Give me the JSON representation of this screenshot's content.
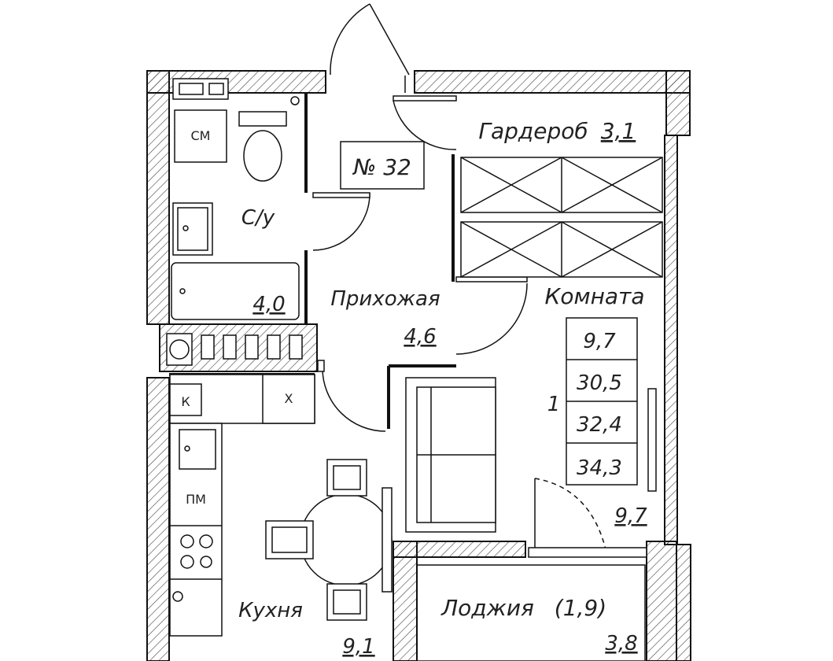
{
  "apartment": {
    "number_label": "№ 32"
  },
  "rooms": {
    "bathroom": {
      "name": "С/у",
      "area": "4,0"
    },
    "wardrobe": {
      "name": "Гардероб",
      "area": "3,1"
    },
    "hallway": {
      "name": "Прихожая",
      "area": "4,6"
    },
    "room": {
      "name": "Комната",
      "area": "9,7"
    },
    "kitchen": {
      "name": "Кухня",
      "area": "9,1"
    },
    "loggia": {
      "name": "Лоджия",
      "coef_area": "(1,9)",
      "area": "3,8"
    }
  },
  "fixtures": {
    "washer": "СМ",
    "fridge": "Х",
    "cabinet": "К",
    "dishwasher": "ПМ"
  },
  "area_table": {
    "rooms_count": "1",
    "values": [
      "9,7",
      "30,5",
      "32,4",
      "34,3"
    ]
  }
}
